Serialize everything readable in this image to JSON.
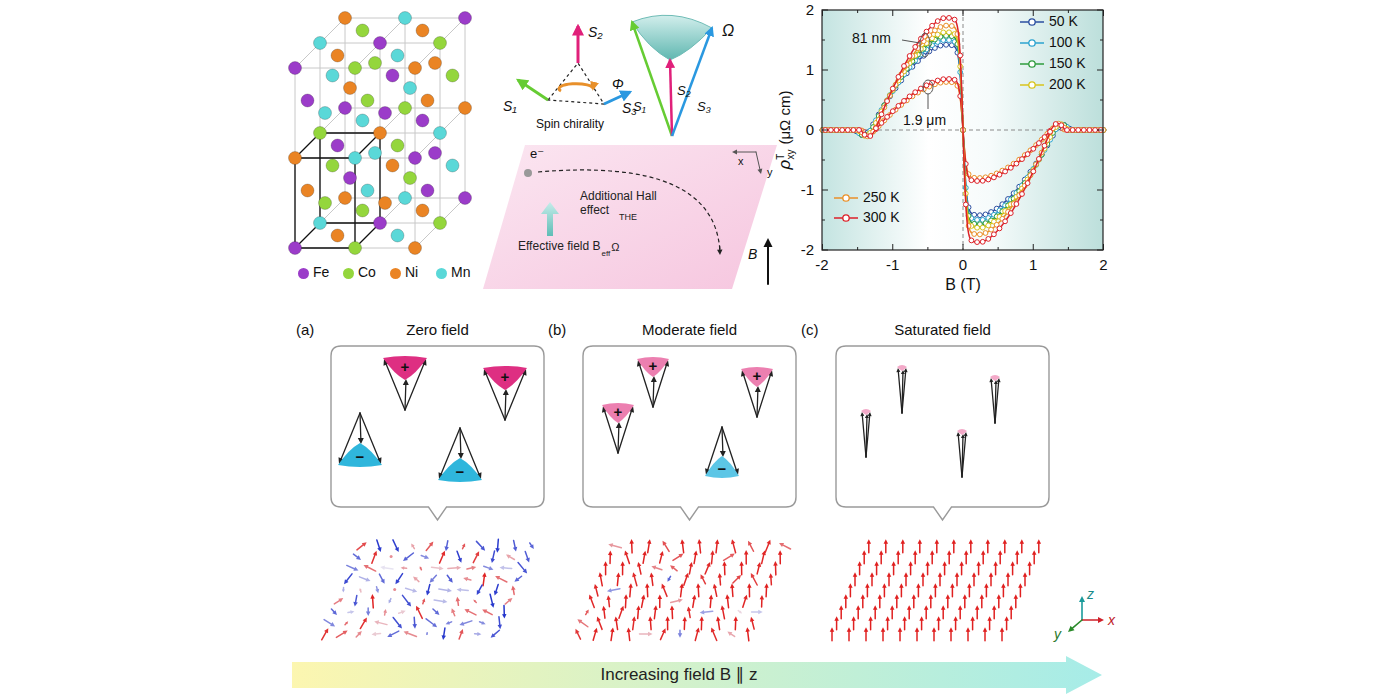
{
  "diagram": {
    "nodes": [
      {
        "text": [
          "x",
          "y",
          "e⁻",
          "Effective field B",
          "eff",
          "Ω",
          "Additional Hall effect",
          "THE",
          "B"
        ]
      },
      {
        "text": [
          "(a)",
          "Zero field"
        ]
      },
      {
        "text": [
          "+"
        ],
        "in": 1
      },
      {
        "text": [
          "+"
        ],
        "in": 1
      },
      {
        "text": [
          "−"
        ],
        "in": 1
      },
      {
        "text": [
          "−"
        ],
        "in": 1
      },
      {
        "text": [
          "(b)",
          "Moderate field"
        ]
      },
      {
        "text": [
          "+"
        ],
        "in": 6
      },
      {
        "text": [
          "+"
        ],
        "in": 6
      },
      {
        "text": [
          "+"
        ],
        "in": 6
      },
      {
        "text": [
          "−"
        ],
        "in": 6
      },
      {
        "text": [
          "(c)",
          "Saturated field"
        ]
      },
      {
        "text": [
          "Increasing field B ∥ z"
        ]
      }
    ],
    "labels": [
      "S₂",
      "S₁",
      "S₃",
      "Φ",
      "Spin chirality",
      "Ω",
      "S₁",
      "S₂",
      "S₃",
      "81 nm",
      "1.9 μm",
      "2",
      "1",
      "0",
      "-1",
      "-2",
      "-2",
      "-1",
      "0",
      "1",
      "2",
      "B (T)",
      "ρ",
      "T",
      "xy",
      "(μΩ cm)",
      "z",
      "y",
      "x"
    ],
    "legend": [
      {
        "text": "Fe",
        "color": "#9b3cc9"
      },
      {
        "text": "Co",
        "color": "#94d63c"
      },
      {
        "text": "Ni",
        "color": "#ea8424"
      },
      {
        "text": "Mn",
        "color": "#5ad8d8"
      },
      {
        "text": "50 K"
      },
      {
        "text": "100 K"
      },
      {
        "text": "150 K"
      },
      {
        "text": "200 K"
      },
      {
        "text": "250 K"
      },
      {
        "text": "300 K"
      }
    ]
  }
}
